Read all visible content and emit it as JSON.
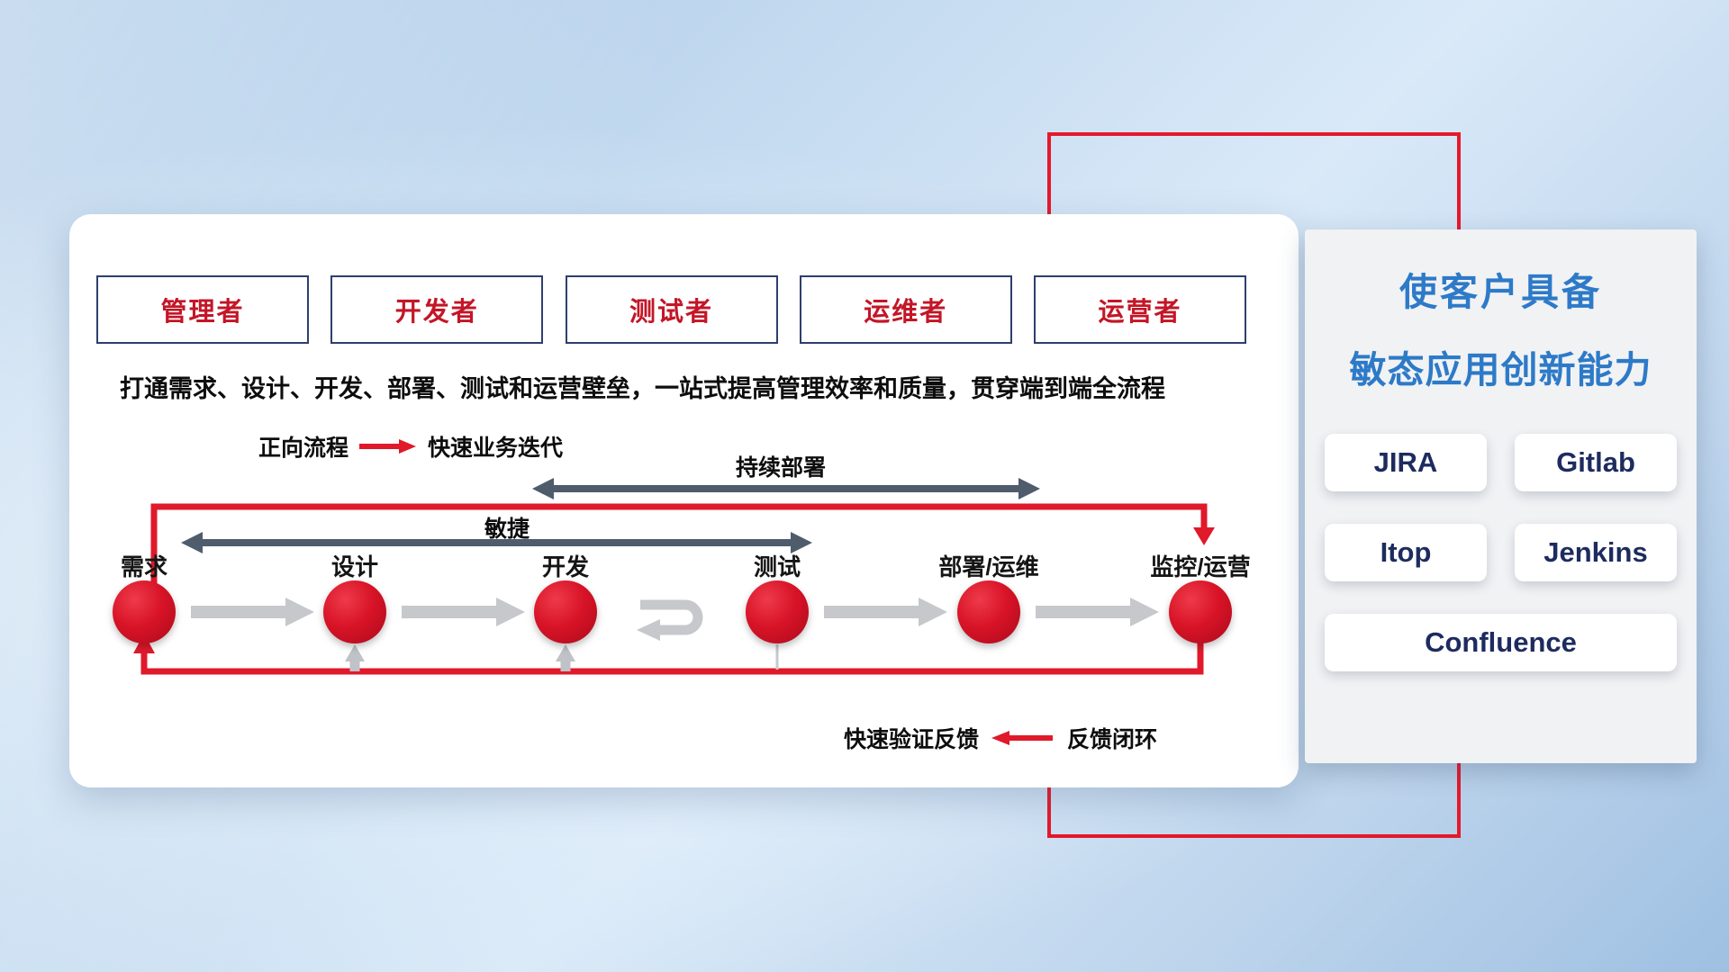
{
  "colors": {
    "accent_red": "#e0192b",
    "navy_border": "#2e3f6e",
    "role_text_red": "#c31627",
    "slate_arrow": "#4e5c6c",
    "flow_gray": "#c6c8cb",
    "panel_title_blue": "#2d7ac8",
    "tool_text_navy": "#1d2b5f"
  },
  "roles": [
    "管理者",
    "开发者",
    "测试者",
    "运维者",
    "运营者"
  ],
  "subtitle": "打通需求、设计、开发、部署、测试和运营壁垒，一站式提高管理效率和质量，贯穿端到端全流程",
  "forward_legend": {
    "label": "正向流程",
    "value": "快速业务迭代"
  },
  "feedback_legend": {
    "label": "快速验证反馈",
    "value": "反馈闭环"
  },
  "flow": {
    "stages": [
      "需求",
      "设计",
      "开发",
      "测试",
      "部署/运维",
      "监控/运营"
    ],
    "continuous_deploy_label": "持续部署",
    "agile_label": "敏捷"
  },
  "side_panel": {
    "title_line1": "使客户具备",
    "title_line2": "敏态应用创新能力",
    "tools": [
      "JIRA",
      "Gitlab",
      "Itop",
      "Jenkins",
      "Confluence"
    ]
  }
}
